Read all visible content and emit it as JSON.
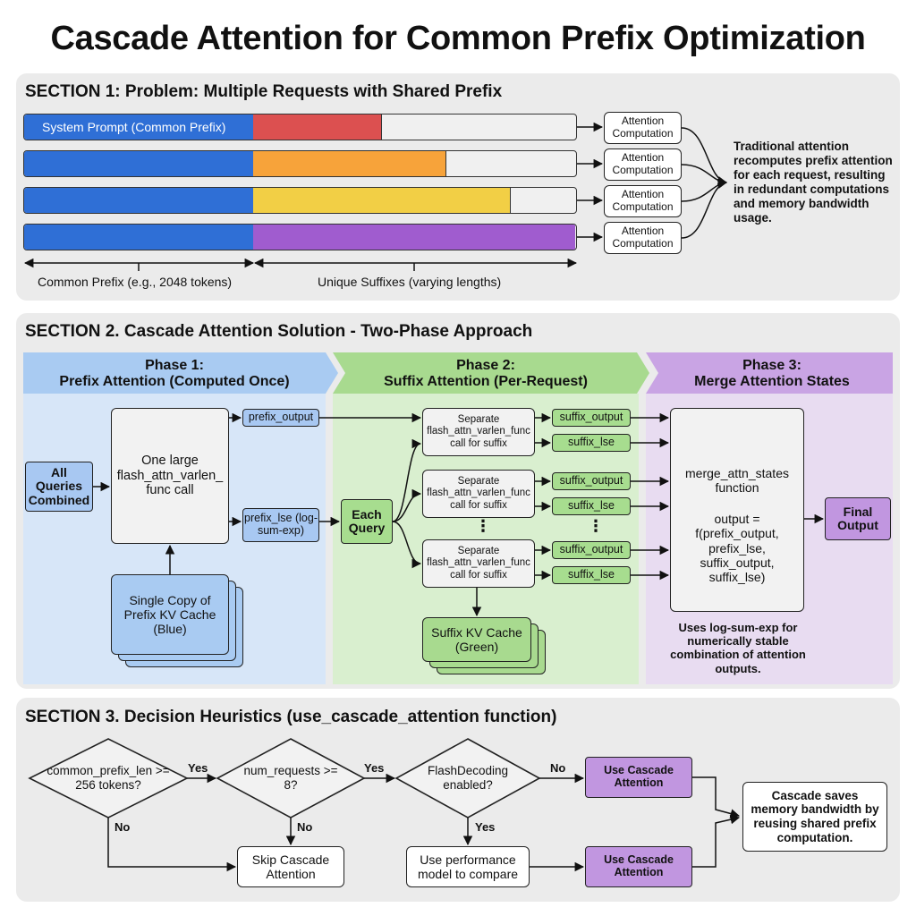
{
  "title": "Cascade Attention for Common Prefix Optimization",
  "section1": {
    "title": "SECTION 1: Problem: Multiple Requests with Shared Prefix",
    "prefix_label": "System Prompt (Common Prefix)",
    "compute_label": "Attention Computation",
    "bars": [
      {
        "color": "#dc5050",
        "suffix_fraction": 0.4
      },
      {
        "color": "#f7a33a",
        "suffix_fraction": 0.6
      },
      {
        "color": "#f2cf45",
        "suffix_fraction": 0.8
      },
      {
        "color": "#a05ccf",
        "suffix_fraction": 1.0
      }
    ],
    "note": "Traditional attention recomputes prefix attention for each request, resulting in redundant computations and memory bandwidth usage.",
    "axis_prefix": "Common Prefix (e.g., 2048 tokens)",
    "axis_suffix": "Unique Suffixes (varying lengths)"
  },
  "section2": {
    "title": "SECTION 2. Cascade Attention Solution - Two-Phase Approach",
    "phase1": {
      "line1": "Phase 1:",
      "line2": "Prefix Attention (Computed Once)"
    },
    "phase2": {
      "line1": "Phase 2:",
      "line2": "Suffix Attention (Per-Request)"
    },
    "phase3": {
      "line1": "Phase 3:",
      "line2": "Merge Attention States"
    },
    "all_queries": "All Queries Combined",
    "one_large": "One large flash_attn_varlen_ func call",
    "prefix_output": "prefix_output",
    "prefix_lse": "prefix_lse (log-sum-exp)",
    "kv_prefix": "Single Copy of Prefix KV Cache (Blue)",
    "each_query": "Each Query",
    "separate": "Separate flash_attn_varlen_func call for suffix",
    "suffix_output": "suffix_output",
    "suffix_lse": "suffix_lse",
    "dots": "⋮",
    "kv_suffix": "Suffix KV Cache (Green)",
    "merge_fn": "merge_attn_states function",
    "merge_formula": "output = f(prefix_output, prefix_lse, suffix_output, suffix_lse)",
    "final_output": "Final Output",
    "merge_note": "Uses log-sum-exp for numerically stable combination of attention outputs."
  },
  "section3": {
    "title": "SECTION 3. Decision Heuristics (use_cascade_attention function)",
    "d1": "common_prefix_len >= 256 tokens?",
    "d2": "num_requests >= 8?",
    "d3": "FlashDecoding enabled?",
    "yes": "Yes",
    "no": "No",
    "use_cascade": "Use Cascade Attention",
    "skip_cascade": "Skip Cascade Attention",
    "perf_model": "Use performance model to compare",
    "saves_note": "Cascade saves memory bandwidth by reusing shared prefix computation."
  }
}
